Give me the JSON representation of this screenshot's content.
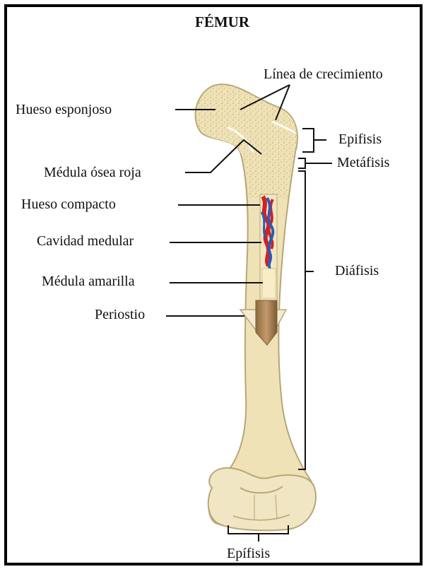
{
  "title": "FÉMUR",
  "labels": {
    "growth_line": "Línea de crecimiento",
    "spongy_bone": "Hueso esponjoso",
    "epiphysis_top": "Epifisis",
    "metaphysis": "Metáfisis",
    "red_marrow": "Médula ósea roja",
    "compact_bone": "Hueso compacto",
    "medullary_cavity": "Cavidad medular",
    "diaphysis": "Diáfisis",
    "yellow_marrow": "Médula amarilla",
    "periosteum": "Periostio",
    "epiphysis_bottom": "Epífisis"
  },
  "colors": {
    "bone": "#efe2b6",
    "bone_outline": "#b8a676",
    "red_vessel": "#d42020",
    "blue_vessel": "#2a5bb8",
    "yellow_marrow": "#f7eec8",
    "periosteum": "#a27a4e"
  }
}
